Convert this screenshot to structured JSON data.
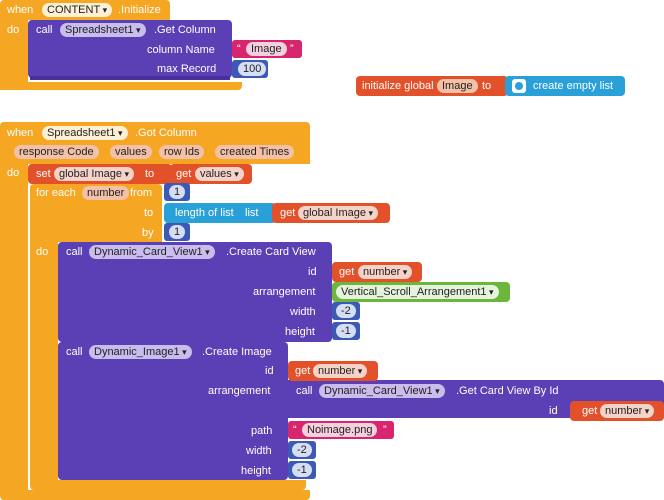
{
  "block1": {
    "when": "when",
    "component": "CONTENT",
    "event": ".Initialize",
    "do": "do",
    "call": "call",
    "target": "Spreadsheet1",
    "method": ".Get Column",
    "arg1_label": "column Name",
    "arg1_value": "Image",
    "arg2_label": "max Record",
    "arg2_value": "100"
  },
  "global_block": {
    "label": "initialize global",
    "name": "Image",
    "to": "to",
    "value_label": "create empty list"
  },
  "block2": {
    "when": "when",
    "component": "Spreadsheet1",
    "event": ".Got Column",
    "params": [
      "response Code",
      "values",
      "row Ids",
      "created Times"
    ],
    "do": "do",
    "set": "set",
    "set_var": "global Image",
    "set_to": "to",
    "get": "get",
    "get_var": "values",
    "foreach": "for each",
    "foreach_var": "number",
    "from": "from",
    "from_val": "1",
    "to": "to",
    "length_label": "length of list",
    "list_label": "list",
    "get2": "get",
    "get2_var": "global Image",
    "by": "by",
    "by_val": "1",
    "inner_do": "do",
    "call1": "call",
    "call1_target": "Dynamic_Card_View1",
    "call1_method": ".Create Card View",
    "id_label": "id",
    "id_get": "get",
    "id_var": "number",
    "arr_label": "arrangement",
    "arr_value": "Vertical_Scroll_Arrangement1",
    "width_label": "width",
    "width_val": "-2",
    "height_label": "height",
    "height_val": "-1",
    "call2": "call",
    "call2_target": "Dynamic_Image1",
    "call2_method": ".Create Image",
    "id2_label": "id",
    "id2_get": "get",
    "id2_var": "number",
    "arr2_label": "arrangement",
    "arr2_call": "call",
    "arr2_target": "Dynamic_Card_View1",
    "arr2_method": ".Get Card View By Id",
    "arr2_id_label": "id",
    "arr2_id_get": "get",
    "arr2_id_var": "number",
    "path_label": "path",
    "path_value": "Noimage.png",
    "width2_label": "width",
    "width2_val": "-2",
    "height2_label": "height",
    "height2_val": "-1"
  }
}
